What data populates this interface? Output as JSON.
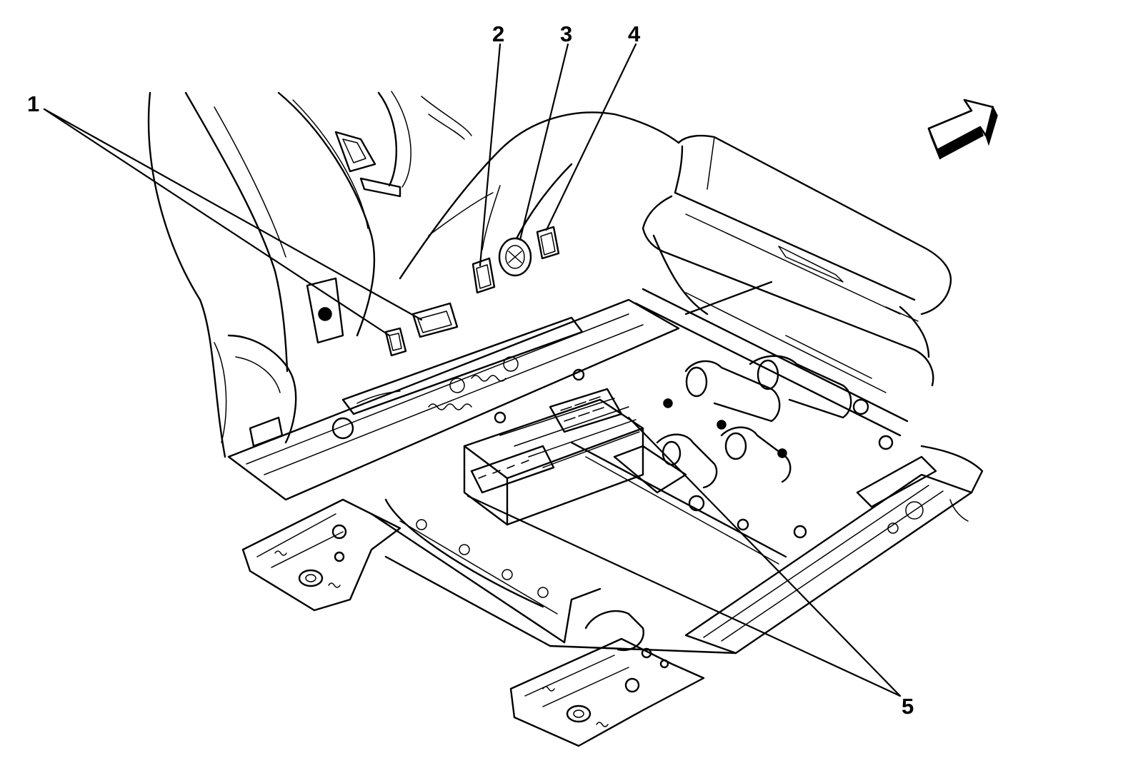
{
  "callouts": [
    {
      "id": "callout-1",
      "label": "1"
    },
    {
      "id": "callout-2",
      "label": "2"
    },
    {
      "id": "callout-3",
      "label": "3"
    },
    {
      "id": "callout-4",
      "label": "4"
    },
    {
      "id": "callout-5",
      "label": "5"
    }
  ],
  "icons": {
    "direction_arrow": "forward-direction-arrow-icon"
  },
  "colors": {
    "line": "#000000",
    "background": "#ffffff"
  }
}
